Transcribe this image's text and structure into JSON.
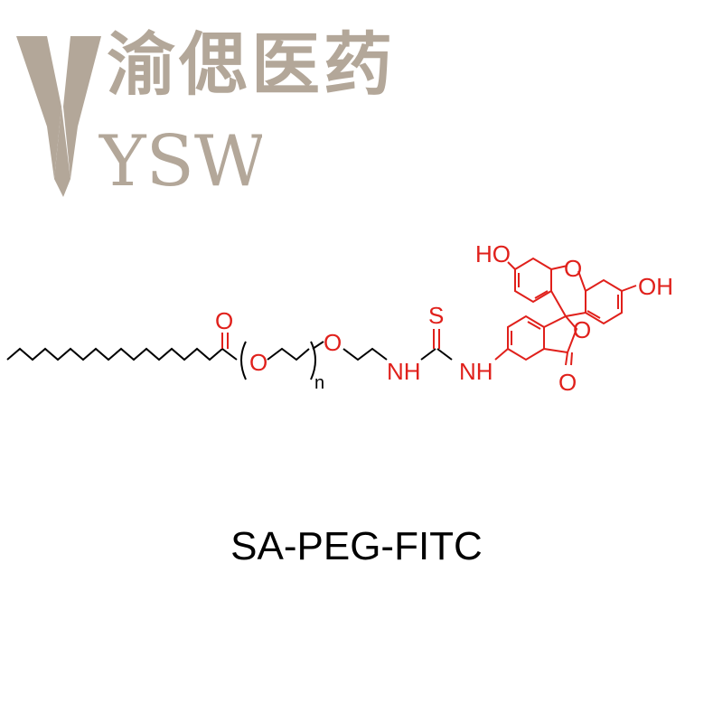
{
  "logo": {
    "company_name": "渝偲医药",
    "monogram": "YSW",
    "color": "#b3a799"
  },
  "structure": {
    "colors": {
      "black": "#000000",
      "red": "#e0201b"
    },
    "atoms": {
      "carbonyl_o": "O",
      "ether_o1": "O",
      "ether_o2": "O",
      "repeat_n": "n",
      "nh1": "NH",
      "thio_s": "S",
      "nh2": "NH",
      "ho_top": "HO",
      "xanthene_o": "O",
      "oh_right": "OH",
      "lactone_o": "O",
      "lactone_co": "O"
    }
  },
  "compound_name": "SA-PEG-FITC"
}
